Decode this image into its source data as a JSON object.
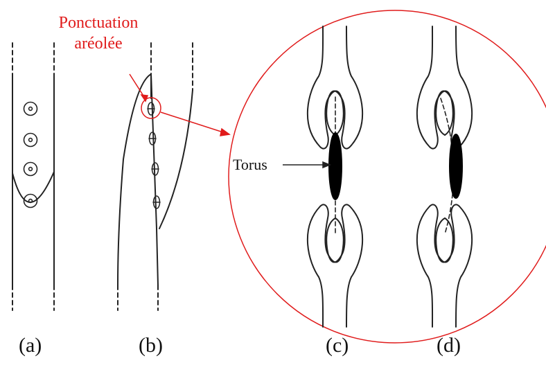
{
  "title": {
    "line1": "Ponctuation",
    "line2": "aréolée"
  },
  "annotation": {
    "torus": "Torus"
  },
  "panels": {
    "a": "(a)",
    "b": "(b)",
    "c": "(c)",
    "d": "(d)"
  },
  "colors": {
    "highlight": "#e01b1b",
    "ink": "#111111",
    "background": "#ffffff"
  }
}
